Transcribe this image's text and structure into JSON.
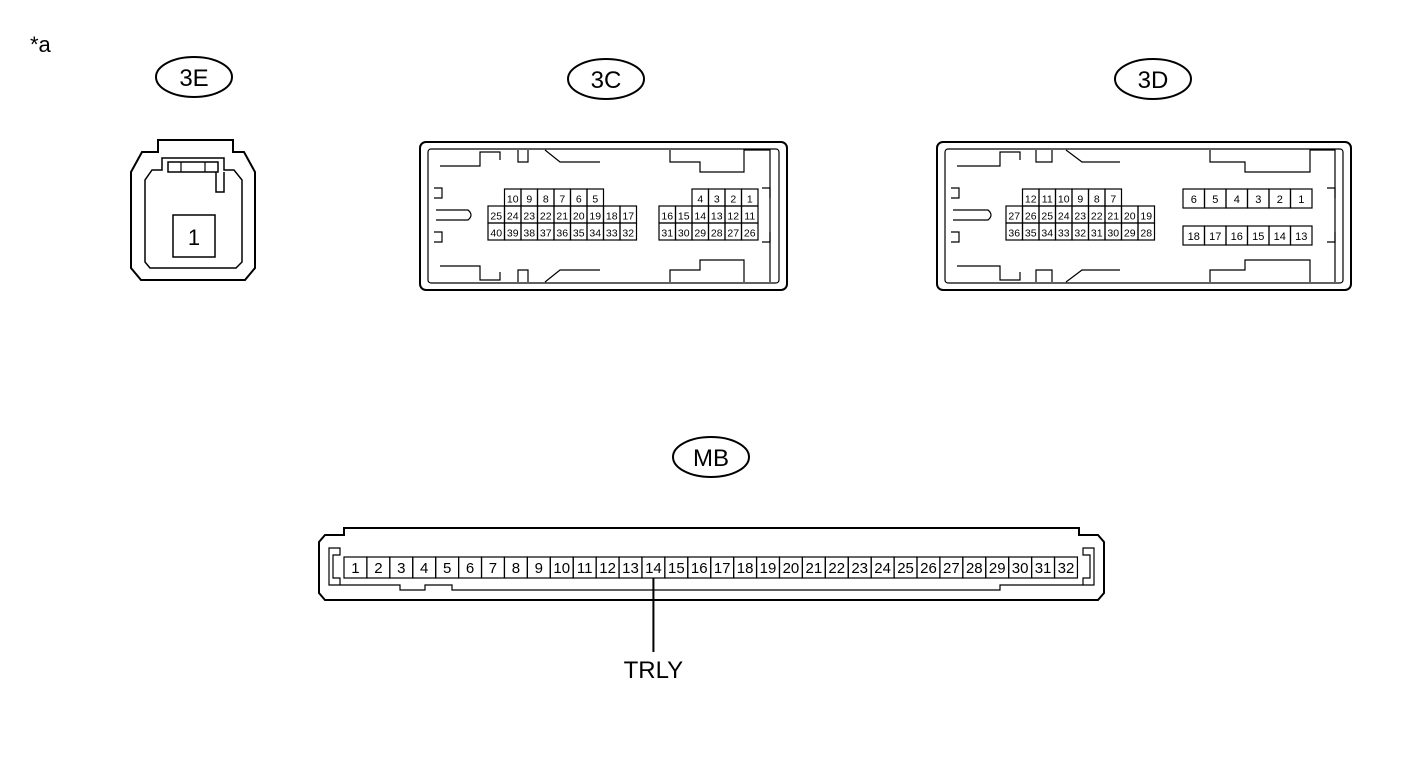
{
  "note_mark": "*a",
  "connectors": {
    "c3e": {
      "id": "3E",
      "pins": [
        "1"
      ]
    },
    "c3c": {
      "id": "3C",
      "left_block": [
        [
          "10",
          "9",
          "8",
          "7",
          "6",
          "5"
        ],
        [
          "25",
          "24",
          "23",
          "22",
          "21",
          "20",
          "19",
          "18",
          "17"
        ],
        [
          "40",
          "39",
          "38",
          "37",
          "36",
          "35",
          "34",
          "33",
          "32"
        ]
      ],
      "right_block": [
        [
          "4",
          "3",
          "2",
          "1"
        ],
        [
          "16",
          "15",
          "14",
          "13",
          "12",
          "11"
        ],
        [
          "31",
          "30",
          "29",
          "28",
          "27",
          "26"
        ]
      ]
    },
    "c3d": {
      "id": "3D",
      "left_block": [
        [
          "12",
          "11",
          "10",
          "9",
          "8",
          "7"
        ],
        [
          "27",
          "26",
          "25",
          "24",
          "23",
          "22",
          "21",
          "20",
          "19"
        ],
        [
          "36",
          "35",
          "34",
          "33",
          "32",
          "31",
          "30",
          "29",
          "28"
        ]
      ],
      "right_block": [
        [
          "6",
          "5",
          "4",
          "3",
          "2",
          "1"
        ],
        [
          "18",
          "17",
          "16",
          "15",
          "14",
          "13"
        ]
      ]
    },
    "mb": {
      "id": "MB",
      "pins": [
        "1",
        "2",
        "3",
        "4",
        "5",
        "6",
        "7",
        "8",
        "9",
        "10",
        "11",
        "12",
        "13",
        "14",
        "15",
        "16",
        "17",
        "18",
        "19",
        "20",
        "21",
        "22",
        "23",
        "24",
        "25",
        "26",
        "27",
        "28",
        "29",
        "30",
        "31",
        "32"
      ],
      "callout_pin": "14",
      "callout_label": "TRLY"
    }
  }
}
